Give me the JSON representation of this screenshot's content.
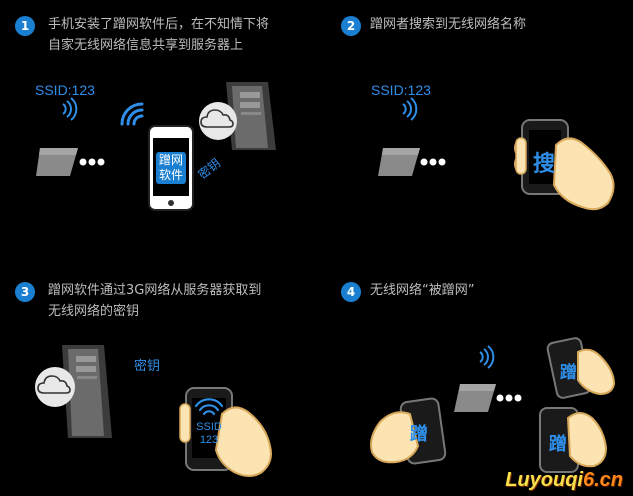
{
  "steps": [
    {
      "num": "1",
      "text_line1": "手机安装了蹭网软件后，在不知情下将",
      "text_line2": "自家无线网络信息共享到服务器上"
    },
    {
      "num": "2",
      "text_line1": "蹭网者搜索到无线网络名称"
    },
    {
      "num": "3",
      "text_line1": "蹭网软件通过3G网络从服务器获取到",
      "text_line2": "无线网络的密钥"
    },
    {
      "num": "4",
      "text_line1": "无线网络“被蹭网”"
    }
  ],
  "ssid_label": "SSID:123",
  "phone_app_label_1": "蹭网",
  "phone_app_label_2": "软件",
  "key_label": "密钥",
  "search_label": "搜",
  "ssid_screen_1": "SSID",
  "ssid_screen_2": "123",
  "ceng_label": "蹭",
  "watermark_a": "Luyouqi",
  "watermark_b": "6.cn",
  "colors": {
    "accent": "#1a7fd0",
    "text": "#bdbdbd",
    "bg": "#000000"
  }
}
